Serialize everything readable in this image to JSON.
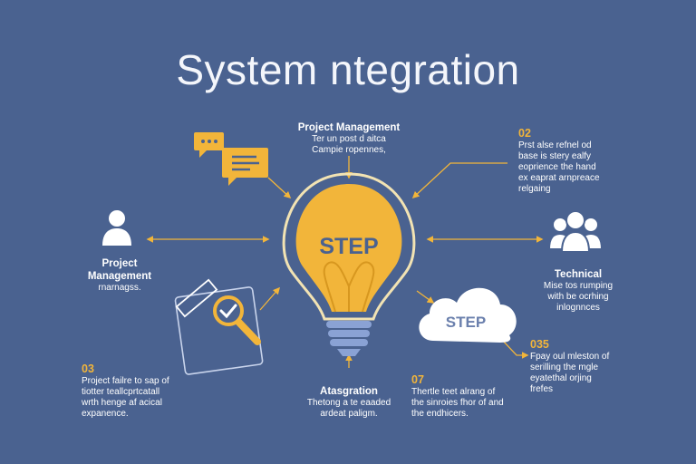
{
  "title": "System ntegration",
  "center": {
    "bulb_label": "STEP",
    "cloud_label": "STEP"
  },
  "blocks": {
    "pm_top": {
      "heading": "Project Management",
      "lines": [
        "Ter un post d aitca",
        "Campie ropennes,"
      ]
    },
    "pm_left": {
      "heading_lines": [
        "Project",
        "Management"
      ],
      "lines": [
        "rnarnagss."
      ]
    },
    "technical": {
      "heading": "Technical",
      "lines": [
        "Mise tos rumping",
        "with be ocrhing",
        "inlognnces"
      ]
    },
    "b02": {
      "number": "02",
      "lines": [
        "Prst alse refnel od",
        "base is stery ealfy",
        "eoprience the hand",
        "ex eaprat arnpreace",
        "relgaing"
      ]
    },
    "b03": {
      "number": "03",
      "lines": [
        "Project failre to sap of",
        "tiotter teallcprtcatall",
        "wrth henge af acical",
        "expanence."
      ]
    },
    "b035": {
      "number": "035",
      "lines": [
        "Fpay oul mleston of",
        "serilling the mgle",
        "eyatethal orjing",
        "frefes"
      ]
    },
    "b07": {
      "number": "07",
      "lines": [
        "Thertle teet alrang of",
        "the sinroies fhor of and",
        "the endhicers."
      ]
    },
    "atas": {
      "heading": "Atasgration",
      "lines": [
        "Thetong a te eaaded",
        "ardeat paligm."
      ]
    }
  },
  "colors": {
    "background": "#4a6290",
    "accent_yellow": "#f2b53a",
    "bulb_outline": "#f2e3b3",
    "base_blue": "#8aa2d4",
    "text": "#ffffff"
  },
  "icons": [
    "chat-bubbles-icon",
    "user-icon",
    "group-icon",
    "magnifier-check-icon",
    "cloud-icon",
    "lightbulb-icon"
  ]
}
